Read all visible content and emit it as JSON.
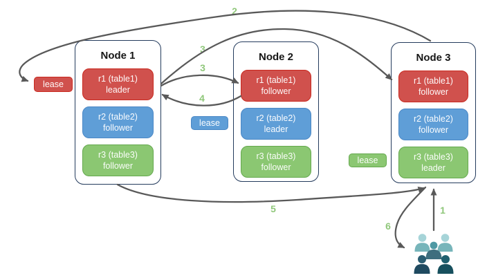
{
  "nodes": [
    {
      "title": "Node 1",
      "replicas": [
        {
          "label": "r1 (table1)",
          "role": "leader",
          "color": "red"
        },
        {
          "label": "r2 (table2)",
          "role": "follower",
          "color": "blue"
        },
        {
          "label": "r3 (table3)",
          "role": "follower",
          "color": "green"
        }
      ]
    },
    {
      "title": "Node 2",
      "replicas": [
        {
          "label": "r1 (table1)",
          "role": "follower",
          "color": "red"
        },
        {
          "label": "r2 (table2)",
          "role": "leader",
          "color": "blue"
        },
        {
          "label": "r3 (table3)",
          "role": "follower",
          "color": "green"
        }
      ]
    },
    {
      "title": "Node 3",
      "replicas": [
        {
          "label": "r1 (table1)",
          "role": "follower",
          "color": "red"
        },
        {
          "label": "r2 (table2)",
          "role": "follower",
          "color": "blue"
        },
        {
          "label": "r3 (table3)",
          "role": "leader",
          "color": "green"
        }
      ]
    }
  ],
  "leases": [
    {
      "label": "lease",
      "color": "red"
    },
    {
      "label": "lease",
      "color": "blue"
    },
    {
      "label": "lease",
      "color": "green"
    }
  ],
  "arrows": [
    {
      "label": "1"
    },
    {
      "label": "2"
    },
    {
      "label": "3"
    },
    {
      "label": "3"
    },
    {
      "label": "4"
    },
    {
      "label": "5"
    },
    {
      "label": "6"
    }
  ],
  "icons": {
    "users_group": "users-group-icon"
  },
  "colors": {
    "replica_red": "#d0514d",
    "replica_blue": "#5f9ed7",
    "replica_green": "#8bc772",
    "node_border": "#233a5c",
    "arrow_gray": "#595959",
    "arrow_label_green": "#8fc77a"
  }
}
